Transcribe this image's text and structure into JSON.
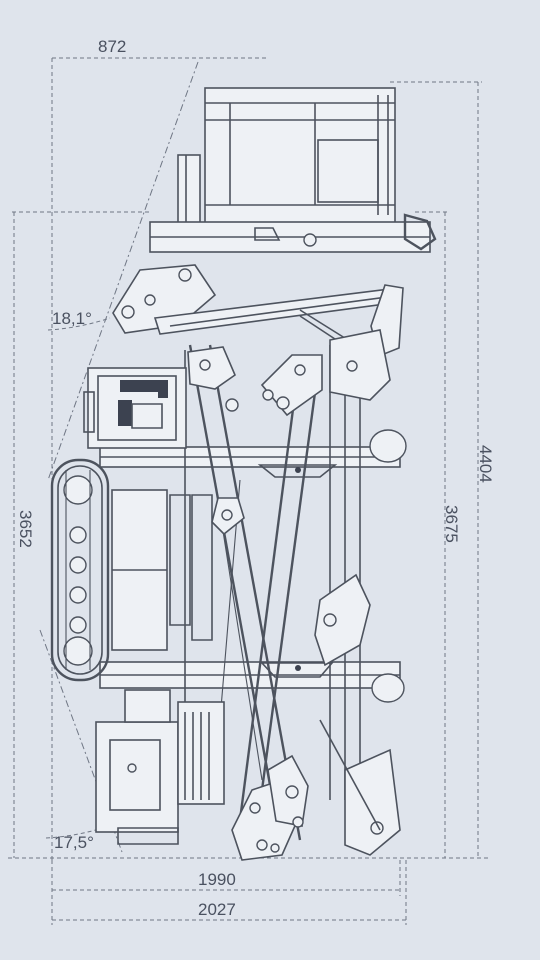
{
  "drawing": {
    "subject": "tracked-spider-lift-side-elevation",
    "dimensions": {
      "top_width": "872",
      "overall_height": "4404",
      "platform_height": "3675",
      "stowed_length": "3652",
      "angle_upper": "18,1°",
      "angle_lower": "17,5°",
      "width_inner": "1990",
      "width_outer": "2027"
    },
    "colors": {
      "paper": "#dfe4ec",
      "line": "#4d535e",
      "dimension_text": "#4a5160"
    }
  }
}
